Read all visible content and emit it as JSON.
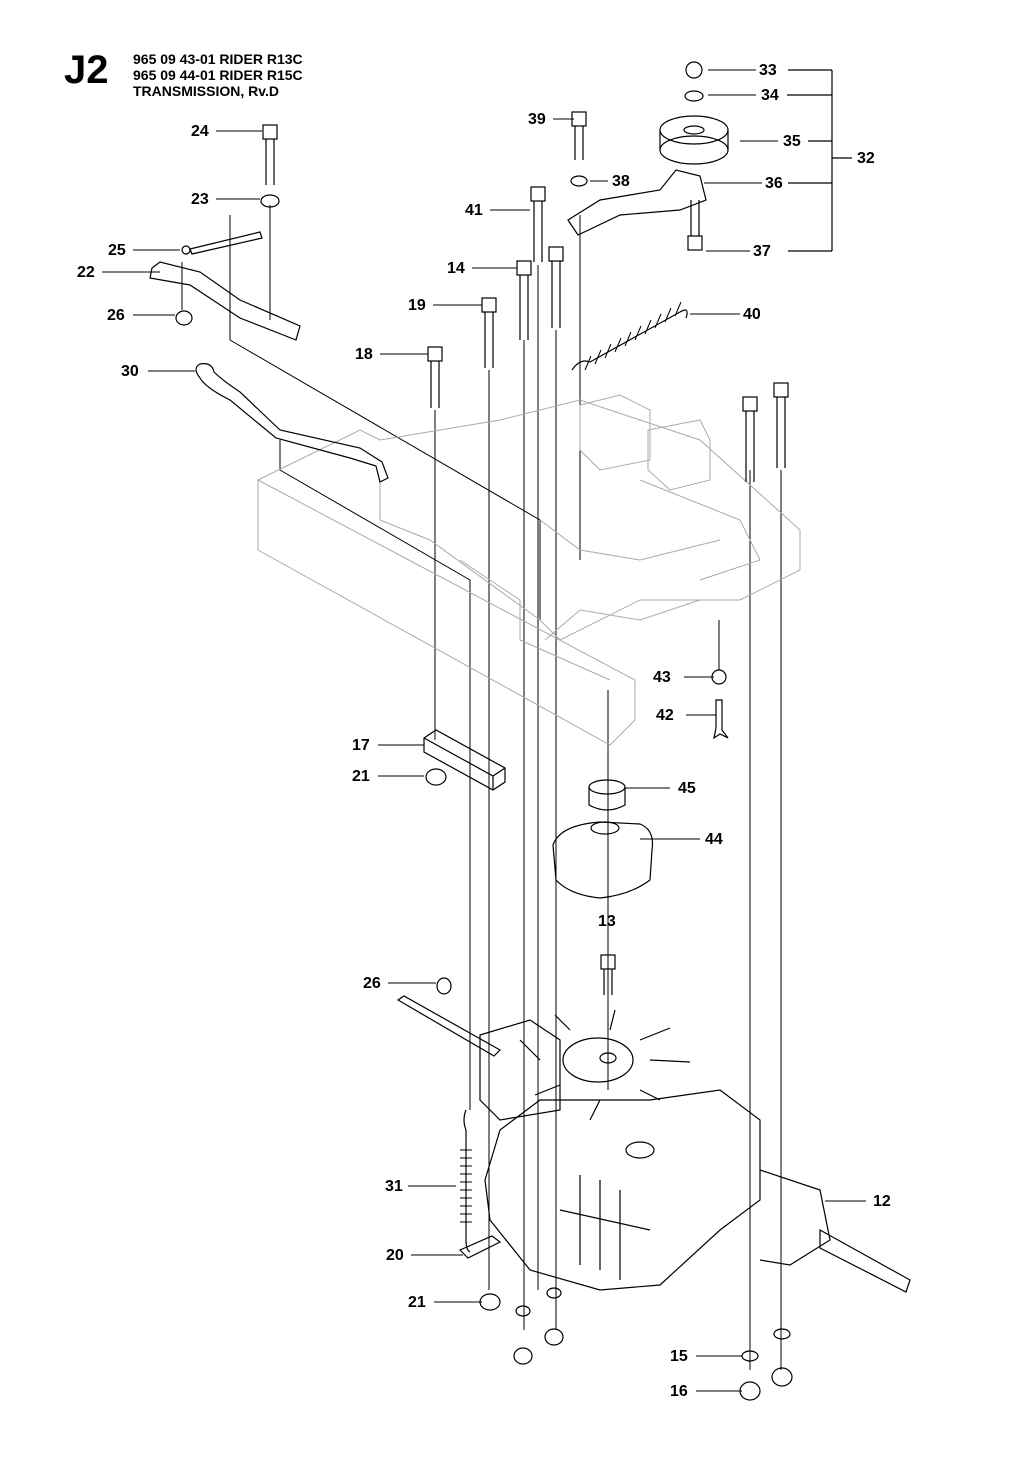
{
  "header": {
    "code": "J2",
    "lines": [
      "965 09 43-01 RIDER R13C",
      "965 09 44-01 RIDER R15C",
      "TRANSMISSION, Rv.D"
    ]
  },
  "callouts": {
    "c12": "12",
    "c13": "13",
    "c14": "14",
    "c15": "15",
    "c16": "16",
    "c17": "17",
    "c18": "18",
    "c19": "19",
    "c20": "20",
    "c21a": "21",
    "c21b": "21",
    "c22": "22",
    "c23": "23",
    "c24": "24",
    "c25": "25",
    "c26a": "26",
    "c26b": "26",
    "c30": "30",
    "c31": "31",
    "c32": "32",
    "c33": "33",
    "c34": "34",
    "c35": "35",
    "c36": "36",
    "c37": "37",
    "c38": "38",
    "c39": "39",
    "c40": "40",
    "c41": "41",
    "c42": "42",
    "c43": "43",
    "c44": "44",
    "c45": "45"
  }
}
